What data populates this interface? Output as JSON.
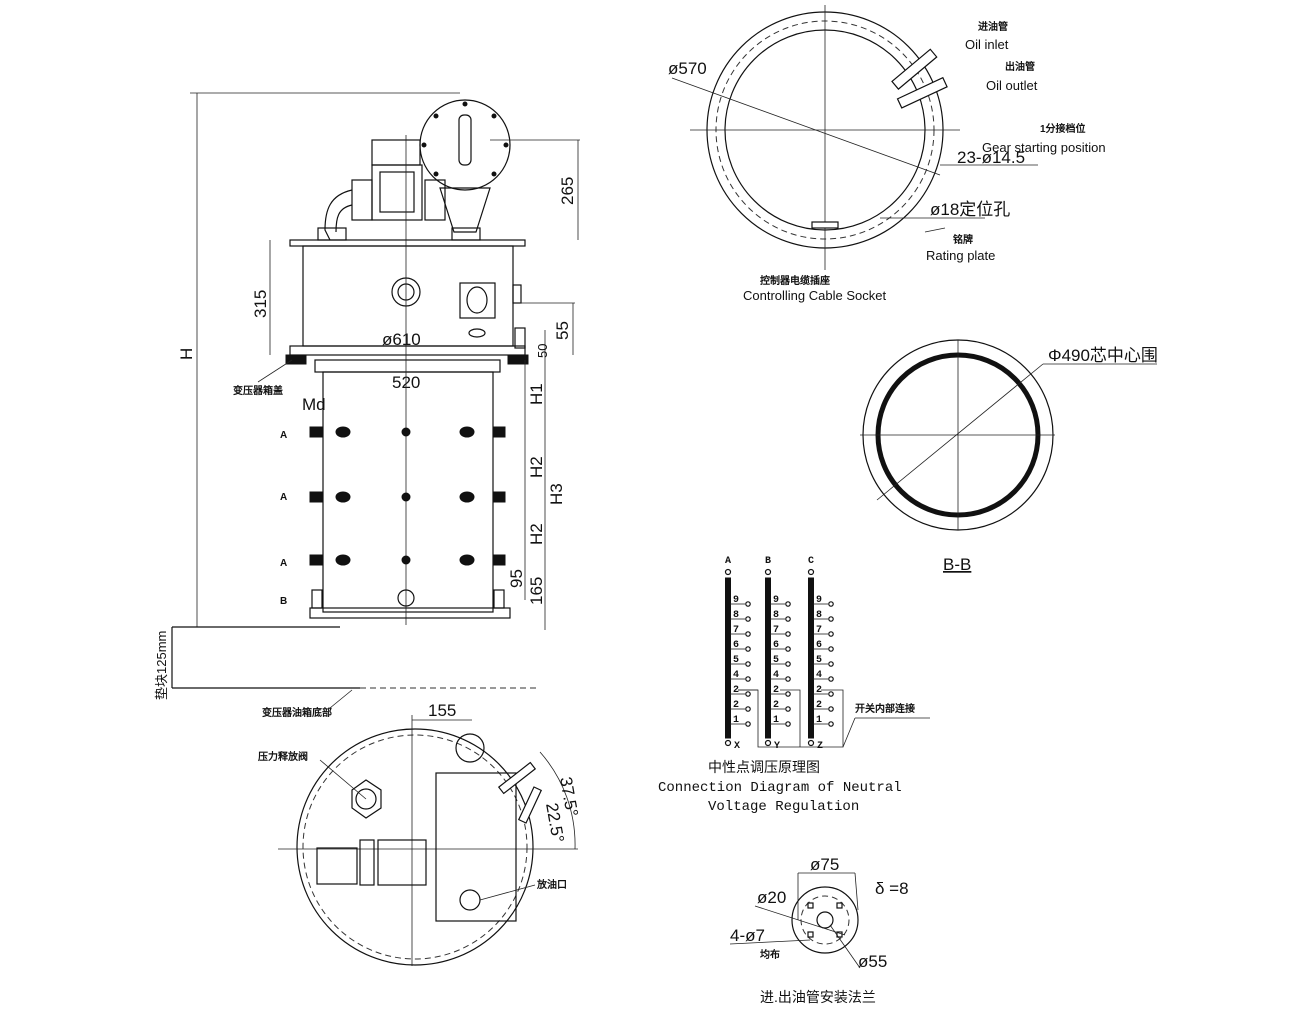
{
  "top_view": {
    "dia_outer": "ø570",
    "oil_inlet_cn": "进油管",
    "oil_inlet": "Oil inlet",
    "oil_outlet_cn": "出油管",
    "oil_outlet": "Oil outlet",
    "gear_start_cn": "1分接档位",
    "gear_start": "Gear starting position",
    "bolt_holes": "23-ø14.5",
    "locating_hole": "ø18定位孔",
    "rating_plate_cn": "铭牌",
    "rating_plate": "Rating plate",
    "cable_socket_cn": "控制器电缆插座",
    "cable_socket": "Controlling Cable Socket"
  },
  "front_view": {
    "height": "H",
    "dim_265": "265",
    "dim_315": "315",
    "dia_610": "ø610",
    "dim_520": "520",
    "dim_55": "55",
    "dim_50": "50",
    "md": "Md",
    "h1": "H1",
    "h2a": "H2",
    "h2b": "H2",
    "h3": "H3",
    "dim_95": "95",
    "dim_165": "165",
    "block_height": "垫块125mm",
    "cover_label": "变压器箱盖",
    "tank_bottom_label": "变压器油箱底部",
    "section_a": "A",
    "section_b": "B"
  },
  "bottom_view": {
    "dim_155": "155",
    "relief_valve": "压力释放阀",
    "angle_375": "37.5°",
    "angle_225": "22.5°",
    "drain": "放油口"
  },
  "section_bb": {
    "dia_label": "Φ490芯中心围",
    "title": "B-B"
  },
  "connection_diagram": {
    "phases": [
      "A",
      "B",
      "C"
    ],
    "ends": [
      "X",
      "Y",
      "Z"
    ],
    "taps": [
      "9",
      "8",
      "7",
      "6",
      "5",
      "4",
      "2",
      "2",
      "1"
    ],
    "internal_connection": "开关内部连接",
    "title_cn": "中性点调压原理图",
    "title_en_1": "Connection Diagram of Neutral",
    "title_en_2": "Voltage Regulation"
  },
  "flange": {
    "dia_75": "ø75",
    "dia_20": "ø20",
    "thickness": "δ =8",
    "holes": "4-ø7",
    "holes_note": "均布",
    "dia_55": "ø55",
    "title": "进.出油管安装法兰"
  }
}
